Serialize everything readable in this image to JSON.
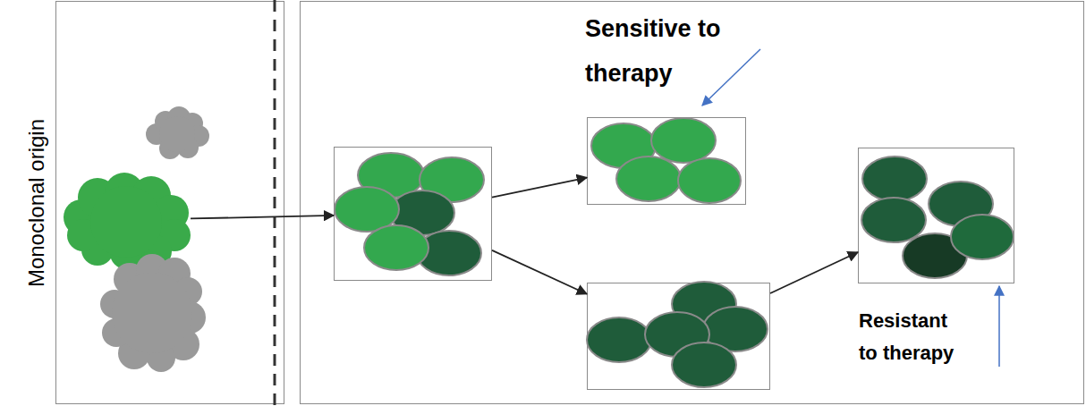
{
  "diagram": {
    "nodes": [
      {
        "text": [
          "Monoclonal origin"
        ]
      },
      {
        "text": [],
        "in": 0
      },
      {
        "text": []
      },
      {
        "text": [],
        "in": 2
      },
      {
        "text": [
          "Sensitive to therapy"
        ],
        "in": 2
      },
      {
        "text": [],
        "in": 2
      },
      {
        "text": [
          "Resistant to therapy"
        ],
        "in": 2
      }
    ],
    "edges": [
      {
        "from": 1,
        "to": 3,
        "arrow": "to"
      },
      {
        "from": 3,
        "to": 4,
        "arrow": "to"
      },
      {
        "from": 3,
        "to": 5,
        "arrow": "to"
      },
      {
        "from": 5,
        "to": 6,
        "arrow": "to"
      }
    ]
  }
}
